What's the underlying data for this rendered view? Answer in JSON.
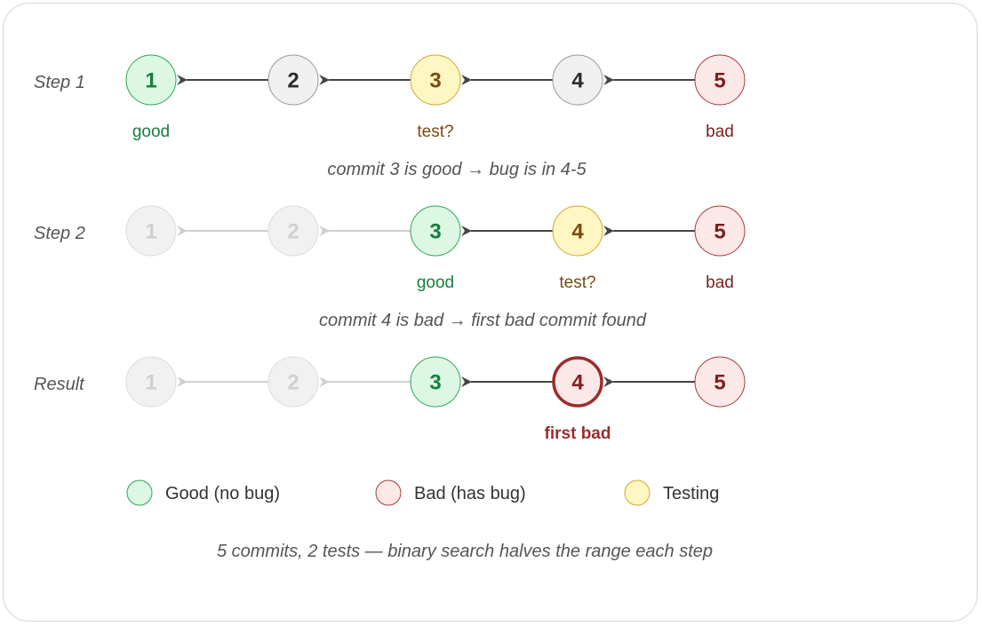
{
  "colors": {
    "good": {
      "fill": "#dcf8e4",
      "stroke": "#2aa55a",
      "text": "#16803c"
    },
    "bad": {
      "fill": "#fde8e8",
      "stroke": "#a33b3b",
      "text": "#7f1d1d"
    },
    "testing": {
      "fill": "#fef6c3",
      "stroke": "#d4a72c",
      "text": "#7a4a10"
    },
    "neutral": {
      "fill": "#f0f0f0",
      "stroke": "#999999",
      "text": "#2b2b2b"
    },
    "faded": {
      "fill": "#f1f1f1",
      "stroke": "#dcdcdc",
      "text": "#d0d0cc"
    },
    "arrow_active": "#444444",
    "arrow_faded": "#d0d0cc",
    "first_bad_label": "#9b2c2c"
  },
  "rows": [
    {
      "label": "Step 1",
      "nodes": [
        {
          "id": "1",
          "state": "good",
          "sublabel": "good"
        },
        {
          "id": "2",
          "state": "neutral",
          "sublabel": ""
        },
        {
          "id": "3",
          "state": "testing",
          "sublabel": "test?"
        },
        {
          "id": "4",
          "state": "neutral",
          "sublabel": ""
        },
        {
          "id": "5",
          "state": "bad",
          "sublabel": "bad"
        }
      ],
      "caption": "commit 3 is good → bug is in 4-5"
    },
    {
      "label": "Step 2",
      "nodes": [
        {
          "id": "1",
          "state": "faded",
          "sublabel": ""
        },
        {
          "id": "2",
          "state": "faded",
          "sublabel": ""
        },
        {
          "id": "3",
          "state": "good",
          "sublabel": "good"
        },
        {
          "id": "4",
          "state": "testing",
          "sublabel": "test?"
        },
        {
          "id": "5",
          "state": "bad",
          "sublabel": "bad"
        }
      ],
      "caption": "commit 4 is bad → first bad commit found"
    },
    {
      "label": "Result",
      "nodes": [
        {
          "id": "1",
          "state": "faded",
          "sublabel": ""
        },
        {
          "id": "2",
          "state": "faded",
          "sublabel": ""
        },
        {
          "id": "3",
          "state": "good",
          "sublabel": ""
        },
        {
          "id": "4",
          "state": "first-bad",
          "sublabel": "first bad"
        },
        {
          "id": "5",
          "state": "bad",
          "sublabel": ""
        }
      ],
      "caption": ""
    }
  ],
  "legend": [
    {
      "state": "good",
      "label": "Good (no bug)"
    },
    {
      "state": "bad",
      "label": "Bad (has bug)"
    },
    {
      "state": "testing",
      "label": "Testing"
    }
  ],
  "footer": "5 commits, 2 tests — binary search halves the range each step"
}
